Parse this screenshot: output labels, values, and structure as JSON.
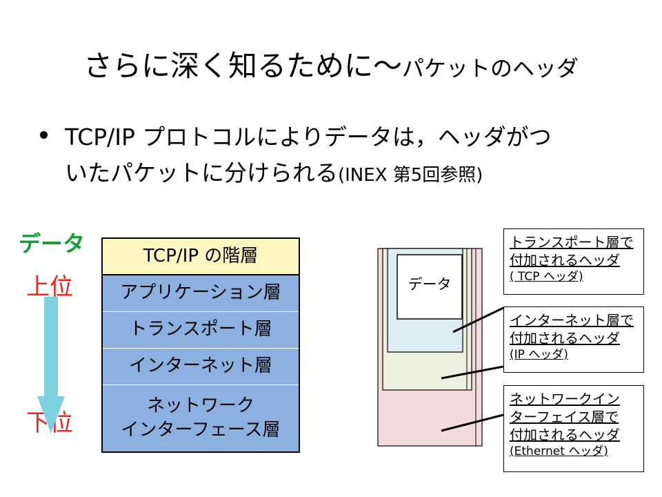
{
  "slide": {
    "title_main": "さらに深く知るために～",
    "title_sub": "パケットのヘッダ",
    "bullet_line1": "TCP/IP プロトコルによりデータは，ヘッダがつ",
    "bullet_line2_main": "いたパケットに分けられる",
    "bullet_line2_small": "(INEX 第5回参照)"
  },
  "stack": {
    "data_label": "データ",
    "upper_label": "上位",
    "lower_label": "下位",
    "header": "TCP/IP の階層",
    "layers": [
      "アプリケーション層",
      "トランスポート層",
      "インターネット層",
      "ネットワーク",
      "インターフェース層"
    ]
  },
  "packet": {
    "data_label": "データ",
    "callouts": [
      {
        "line1": "トランスポート層で",
        "line2": "付加されるヘッダ",
        "line3": "( TCP ヘッダ)"
      },
      {
        "line1": "インターネット層で",
        "line2": "付加されるヘッダ",
        "line3": "(IP ヘッダ)"
      },
      {
        "line1": "ネットワークイン",
        "line2": "ターフェイス層で",
        "line3": "付加されるヘッダ",
        "line4": "(Ethernet ヘッダ)"
      }
    ]
  },
  "colors": {
    "data_green": "#149c35",
    "label_red": "#e8251f",
    "arrow_cyan": "#7ecfe0",
    "table_header": "#fdf5c0",
    "table_body": "#8cb1e0",
    "tcp_fill": "#dcedf3",
    "ip_fill": "#ebf1de",
    "eth_fill": "#f2dcdb"
  }
}
